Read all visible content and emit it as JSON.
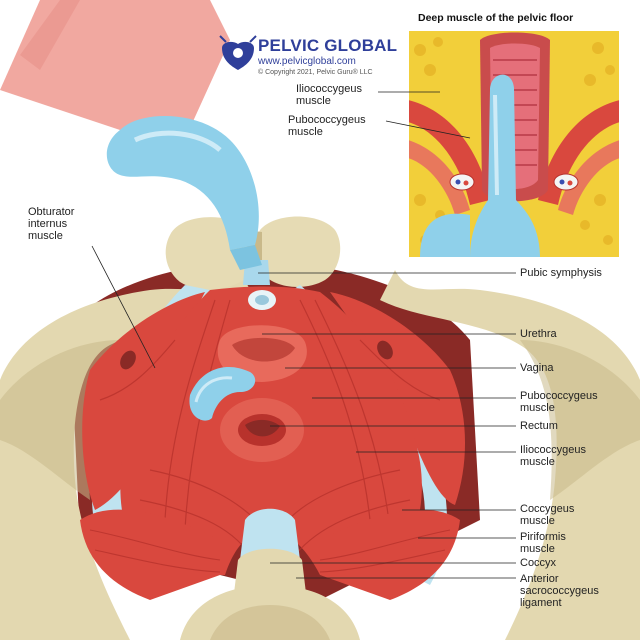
{
  "inset": {
    "title": "Deep muscle of the pelvic floor"
  },
  "logo": {
    "name": "PELVIC GLOBAL",
    "url": "www.pelvicglobal.com",
    "copyright": "© Copyright 2021, Pelvic Guru® LLC"
  },
  "labels": {
    "inset_iliococcygeus": "Iliococcygeus\nmuscle",
    "inset_pubococcygeus": "Pubococcygeus\nmuscle",
    "obturator_internus": "Obturator\ninternus\nmuscle",
    "pubic_symphysis": "Pubic symphysis",
    "urethra": "Urethra",
    "vagina": "Vagina",
    "pubococcygeus": "Pubococcygeus\nmuscle",
    "rectum": "Rectum",
    "iliococcygeus": "Iliococcygeus\nmuscle",
    "coccygeus": "Coccygeus\nmuscle",
    "piriformis": "Piriformis\nmuscle",
    "coccyx": "Coccyx",
    "anterior_sacrococcygeus": "Anterior\nsacrococcygeus\nligament"
  },
  "colors": {
    "muscle": "#d9483e",
    "muscle_dark": "#b8322c",
    "bone": "#e3d8b0",
    "bone_shadow": "#c9b98a",
    "fascia": "#bfe3f0",
    "glove": "#8fd0ea",
    "skin": "#f1a8a0",
    "fat": "#f2cf3a",
    "brand": "#2f3f9a"
  }
}
